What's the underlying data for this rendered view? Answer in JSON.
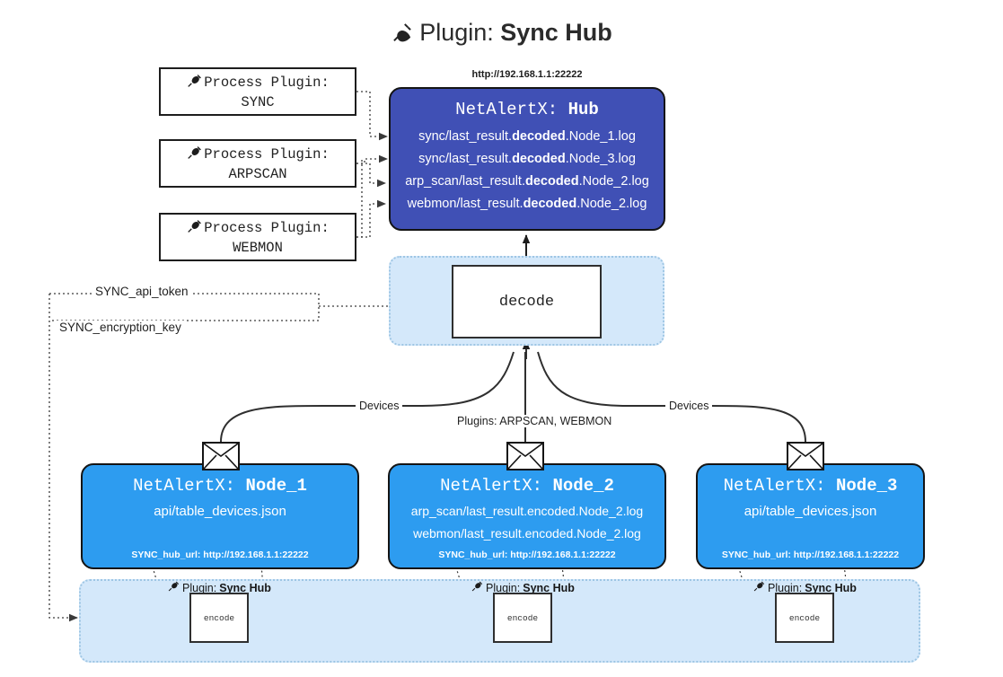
{
  "title": {
    "icon": "plug-icon",
    "prefix": "Plugin:",
    "name": "Sync Hub"
  },
  "process_plugins": [
    {
      "icon": "plug-icon",
      "line1": "Process Plugin:",
      "line2": "SYNC"
    },
    {
      "icon": "plug-icon",
      "line1": "Process Plugin:",
      "line2": "ARPSCAN"
    },
    {
      "icon": "plug-icon",
      "line1": "Process Plugin:",
      "line2": "WEBMON"
    }
  ],
  "hub": {
    "url": "http://192.168.1.1:22222",
    "title_prefix": "NetAlertX:",
    "title_name": "Hub",
    "logs": [
      {
        "pre": "sync/last_result.",
        "bold": "decoded",
        "post": ".Node_1.log"
      },
      {
        "pre": "sync/last_result.",
        "bold": "decoded",
        "post": ".Node_3.log"
      },
      {
        "pre": "arp_scan/last_result.",
        "bold": "decoded",
        "post": ".Node_2.log"
      },
      {
        "pre": "webmon/last_result.",
        "bold": "decoded",
        "post": ".Node_2.log"
      }
    ],
    "fill_color": "#4050b5"
  },
  "decode": {
    "label": "decode",
    "container_fill": "#d4e8fa"
  },
  "tokens": [
    {
      "label": "SYNC_api_token"
    },
    {
      "label": "SYNC_encryption_key"
    }
  ],
  "edge_labels": {
    "devices_left": "Devices",
    "devices_right": "Devices",
    "plugins_center": "Plugins: ARPSCAN, WEBMON"
  },
  "nodes": [
    {
      "icon": "envelope-icon",
      "title_prefix": "NetAlertX:",
      "title_name": "Node_1",
      "lines": [
        "api/table_devices.json"
      ],
      "hub_url": "SYNC_hub_url: http://192.168.1.1:22222",
      "fill_color": "#2d9cf0"
    },
    {
      "icon": "envelope-icon",
      "title_prefix": "NetAlertX:",
      "title_name": "Node_2",
      "lines": [
        "arp_scan/last_result.encoded.Node_2.log",
        "webmon/last_result.encoded.Node_2.log"
      ],
      "hub_url": "SYNC_hub_url: http://192.168.1.1:22222",
      "fill_color": "#2d9cf0"
    },
    {
      "icon": "envelope-icon",
      "title_prefix": "NetAlertX:",
      "title_name": "Node_3",
      "lines": [
        "api/table_devices.json"
      ],
      "hub_url": "SYNC_hub_url: http://192.168.1.1:22222",
      "fill_color": "#2d9cf0"
    }
  ],
  "encoders": [
    {
      "icon": "plug-icon",
      "label_prefix": "Plugin:",
      "label_name": "Sync Hub",
      "box": "encode"
    },
    {
      "icon": "plug-icon",
      "label_prefix": "Plugin:",
      "label_name": "Sync Hub",
      "box": "encode"
    },
    {
      "icon": "plug-icon",
      "label_prefix": "Plugin:",
      "label_name": "Sync Hub",
      "box": "encode"
    }
  ]
}
